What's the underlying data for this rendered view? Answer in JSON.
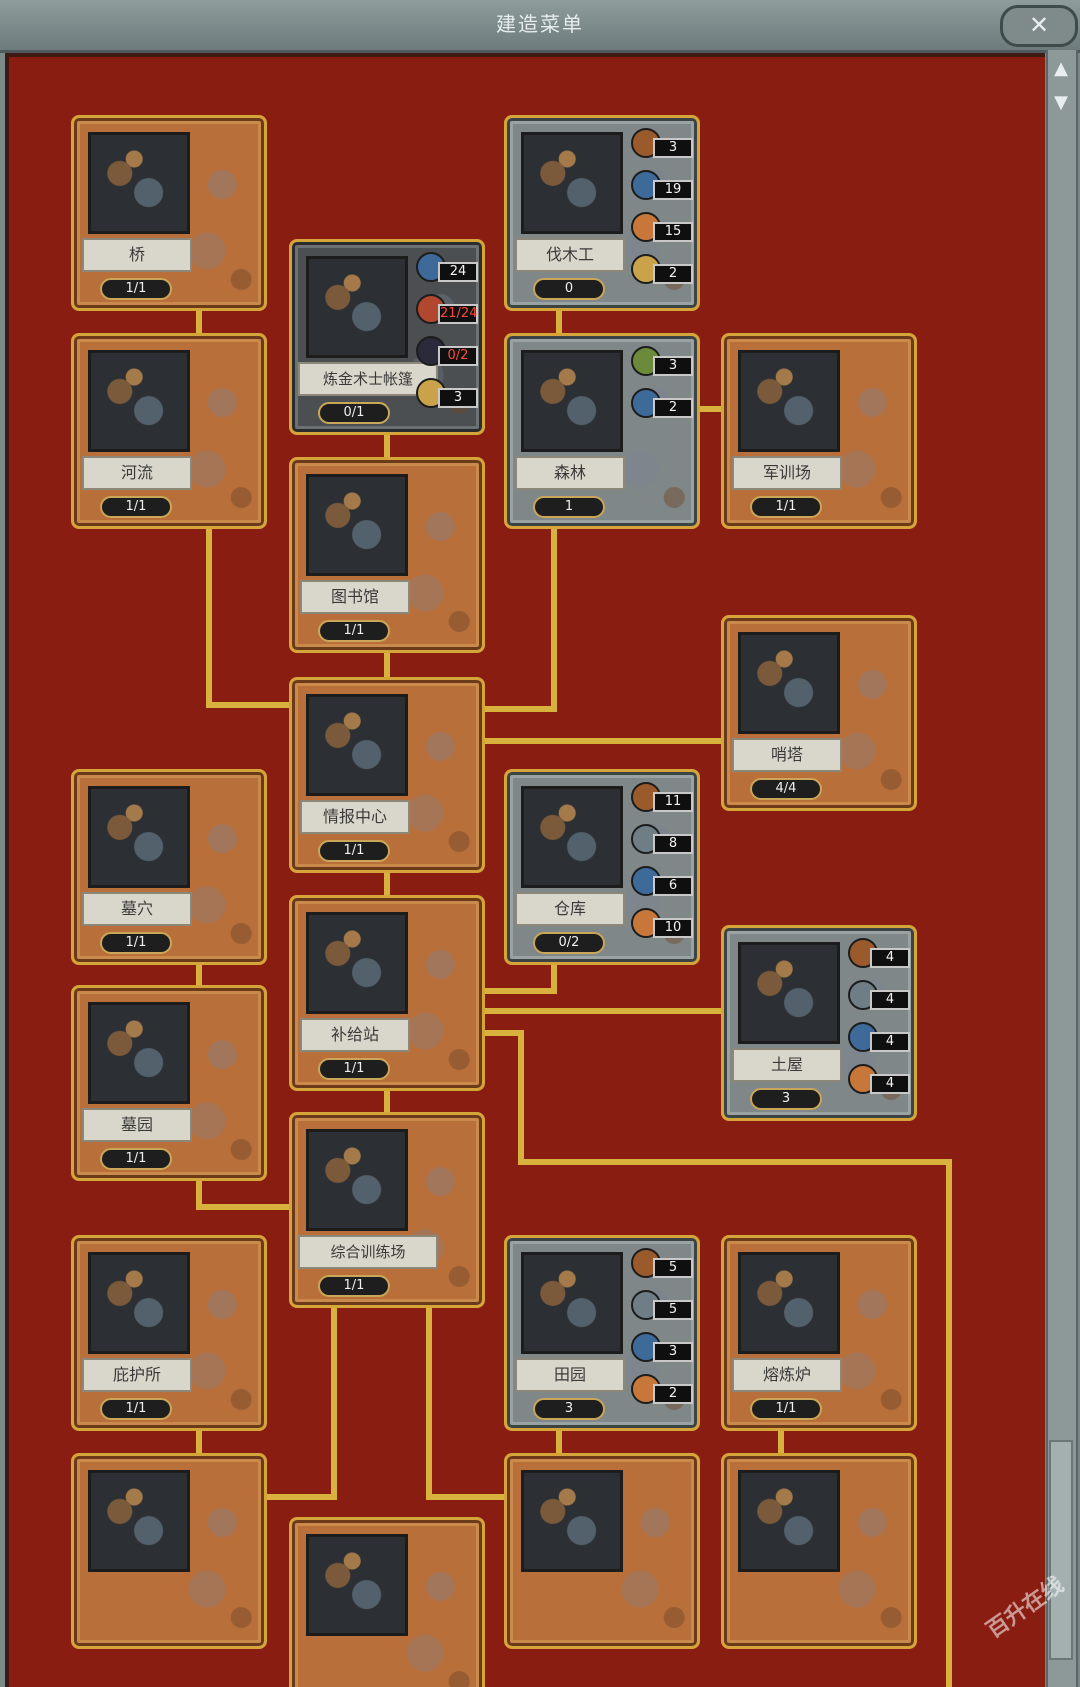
{
  "window": {
    "title": "建造菜单",
    "close_label": "✕"
  },
  "resource_colors": {
    "wood": "#9a5a2c",
    "stone": "#6f7d86",
    "metal": "#3e6a9a",
    "food": "#c7773a",
    "orb": "#c9a24a",
    "moss": "#6b8a3a",
    "essence": "#b0472e"
  },
  "cards": [
    {
      "id": "bridge",
      "name": "桥",
      "count": "1/1",
      "style": "orange",
      "resources": []
    },
    {
      "id": "river",
      "name": "河流",
      "count": "1/1",
      "style": "orange",
      "resources": []
    },
    {
      "id": "alchemist-tent",
      "name": "炼金术士帐篷",
      "count": "0/1",
      "style": "dark",
      "resources": [
        {
          "icon": "metal-icon",
          "value": "24",
          "red": false
        },
        {
          "icon": "essence-icon",
          "value": "21/24",
          "red": true
        },
        {
          "icon": "dark-orb-icon",
          "value": "0/2",
          "red": true
        },
        {
          "icon": "orb-icon",
          "value": "3",
          "red": false
        }
      ]
    },
    {
      "id": "lumberjack",
      "name": "伐木工",
      "count": "0",
      "style": "gray",
      "resources": [
        {
          "icon": "wood-icon",
          "value": "3",
          "red": false
        },
        {
          "icon": "metal-icon",
          "value": "19",
          "red": false
        },
        {
          "icon": "food-icon",
          "value": "15",
          "red": false
        },
        {
          "icon": "orb-icon",
          "value": "2",
          "red": false
        }
      ]
    },
    {
      "id": "forest",
      "name": "森林",
      "count": "1",
      "style": "gray",
      "resources": [
        {
          "icon": "moss-icon",
          "value": "3",
          "red": false
        },
        {
          "icon": "metal-icon",
          "value": "2",
          "red": false
        }
      ]
    },
    {
      "id": "military-camp",
      "name": "军训场",
      "count": "1/1",
      "style": "orange",
      "resources": []
    },
    {
      "id": "library",
      "name": "图书馆",
      "count": "1/1",
      "style": "orange",
      "resources": []
    },
    {
      "id": "watchtower",
      "name": "哨塔",
      "count": "4/4",
      "style": "orange",
      "resources": []
    },
    {
      "id": "intel-center",
      "name": "情报中心",
      "count": "1/1",
      "style": "orange",
      "resources": []
    },
    {
      "id": "crypt",
      "name": "墓穴",
      "count": "1/1",
      "style": "orange",
      "resources": []
    },
    {
      "id": "warehouse",
      "name": "仓库",
      "count": "0/2",
      "style": "gray",
      "resources": [
        {
          "icon": "wood-icon",
          "value": "11",
          "red": false
        },
        {
          "icon": "stone-icon",
          "value": "8",
          "red": false
        },
        {
          "icon": "metal-icon",
          "value": "6",
          "red": false
        },
        {
          "icon": "food-icon",
          "value": "10",
          "red": false
        }
      ]
    },
    {
      "id": "supply-station",
      "name": "补给站",
      "count": "1/1",
      "style": "orange",
      "resources": []
    },
    {
      "id": "mud-house",
      "name": "土屋",
      "count": "3",
      "style": "gray",
      "resources": [
        {
          "icon": "wood-icon",
          "value": "4",
          "red": false
        },
        {
          "icon": "stone-icon",
          "value": "4",
          "red": false
        },
        {
          "icon": "metal-icon",
          "value": "4",
          "red": false
        },
        {
          "icon": "food-icon",
          "value": "4",
          "red": false
        }
      ]
    },
    {
      "id": "cemetery",
      "name": "墓园",
      "count": "1/1",
      "style": "orange",
      "resources": []
    },
    {
      "id": "training-ground",
      "name": "综合训练场",
      "count": "1/1",
      "style": "orange",
      "resources": []
    },
    {
      "id": "shelter",
      "name": "庇护所",
      "count": "1/1",
      "style": "orange",
      "resources": []
    },
    {
      "id": "farm",
      "name": "田园",
      "count": "3",
      "style": "gray",
      "resources": [
        {
          "icon": "wood-icon",
          "value": "5",
          "red": false
        },
        {
          "icon": "stone-icon",
          "value": "5",
          "red": false
        },
        {
          "icon": "metal-icon",
          "value": "3",
          "red": false
        },
        {
          "icon": "food-icon",
          "value": "2",
          "red": false
        }
      ]
    },
    {
      "id": "smelter",
      "name": "熔炼炉",
      "count": "1/1",
      "style": "orange",
      "resources": []
    },
    {
      "id": "partial-a",
      "name": "",
      "count": "",
      "style": "orange",
      "resources": []
    },
    {
      "id": "partial-b",
      "name": "",
      "count": "",
      "style": "orange",
      "resources": []
    },
    {
      "id": "partial-c",
      "name": "",
      "count": "",
      "style": "orange",
      "resources": []
    },
    {
      "id": "partial-d",
      "name": "",
      "count": "",
      "style": "orange",
      "resources": []
    }
  ],
  "watermark": "百升在线"
}
